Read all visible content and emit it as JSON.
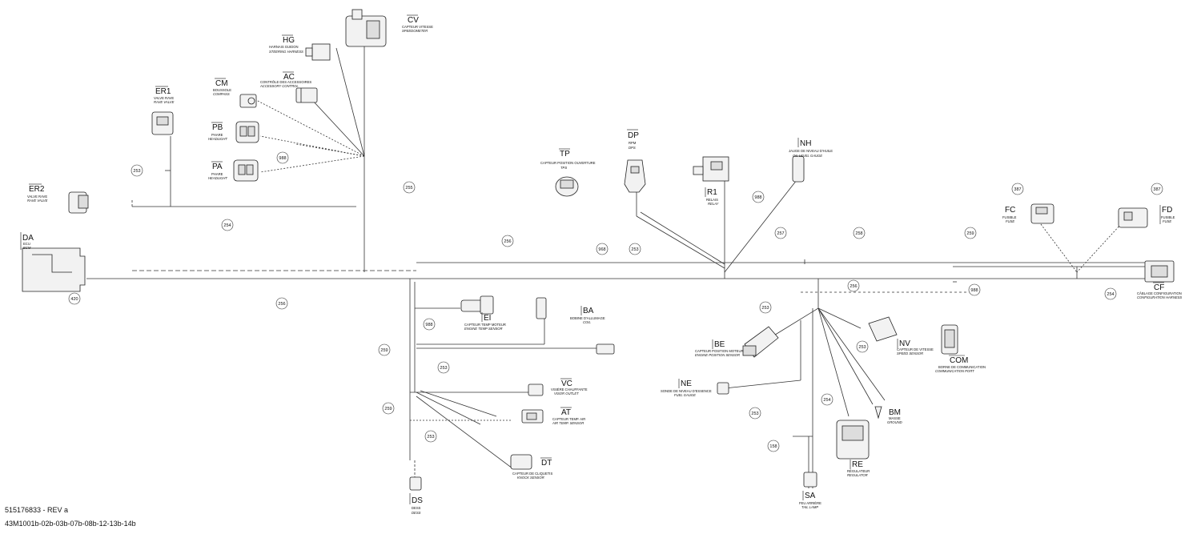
{
  "footer": {
    "doc_number": "515176833 - REV a",
    "models": "43M1001b-02b-03b-07b-08b-12-13b-14b"
  },
  "connectors": {
    "CV": {
      "code": "CV",
      "fr": "CAPTEUR VITESSE",
      "en": "SPEEDOMETER"
    },
    "HG": {
      "code": "HG",
      "fr": "HARNAIS GUIDON",
      "en": "STEERING HARNESS"
    },
    "AC": {
      "code": "AC",
      "fr": "CONTRÔLE DES ACCESSOIRES",
      "en": "ACCESSORY CONTROL"
    },
    "CM": {
      "code": "CM",
      "fr": "BOUSSOLE",
      "en": "COMPASS"
    },
    "PB": {
      "code": "PB",
      "fr": "PHARE",
      "en": "HEADLIGHT"
    },
    "PA": {
      "code": "PA",
      "fr": "PHARE",
      "en": "HEADLIGHT"
    },
    "ER1": {
      "code": "ER1",
      "fr": "VALVE RAVE",
      "en": "RAVE VALVE"
    },
    "ER2": {
      "code": "ER2",
      "fr": "VALVE RAVE",
      "en": "RAVE VALVE"
    },
    "DA": {
      "code": "DA",
      "fr": "ECU",
      "en": "ECM"
    },
    "TP": {
      "code": "TP",
      "fr": "CAPTEUR POSITION OUVERTURE",
      "en": "TPS"
    },
    "DP": {
      "code": "DP",
      "fr": "RPM",
      "en": "DPS"
    },
    "NH": {
      "code": "NH",
      "fr": "JAUGE DE NIVEAU D'HUILE",
      "en": "OIL LEVEL GAUGE"
    },
    "R1": {
      "code": "R1",
      "fr": "RELAIS",
      "en": "RELAY"
    },
    "FC": {
      "code": "FC",
      "fr": "FUSIBLE",
      "en": "FUSE"
    },
    "FD": {
      "code": "FD",
      "fr": "FUSIBLE",
      "en": "FUSE"
    },
    "CF": {
      "code": "CF",
      "fr": "CÂBLAGE CONFIGURATION",
      "en": "CONFIGURATION HARNESS"
    },
    "EI": {
      "code": "EI",
      "fr": "CAPTEUR TEMP MOTEUR",
      "en": "ENGINE TEMP SENSOR"
    },
    "BA": {
      "code": "BA",
      "fr": "BOBINE D'ALLUMAGE",
      "en": "COIL"
    },
    "VC": {
      "code": "VC",
      "fr": "VISIÈRE CHAUFFANTE",
      "en": "VISOR OUTLET"
    },
    "AT": {
      "code": "AT",
      "fr": "CAPTEUR TEMP. AIR",
      "en": "AIR TEMP. SENSOR"
    },
    "DT": {
      "code": "DT",
      "fr": "CAPTEUR DE CLIQUETIS",
      "en": "KNOCK SENSOR"
    },
    "DS": {
      "code": "DS",
      "fr": "DESS",
      "en": "DESS"
    },
    "BE": {
      "code": "BE",
      "fr": "CAPTEUR POSITION MOTEUR",
      "en": "ENGINE POSITION SENSOR"
    },
    "NV": {
      "code": "NV",
      "fr": "CAPTEUR DE VITESSE",
      "en": "SPEED SENSOR"
    },
    "COM": {
      "code": "COM",
      "fr": "BORNE DE COMMUNICATION",
      "en": "COMMUNICATION PORT"
    },
    "NE": {
      "code": "NE",
      "fr": "SONDE DE NIVEAU D'ESSENCE",
      "en": "FUEL GAUGE"
    },
    "BM": {
      "code": "BM",
      "fr": "MASSE",
      "en": "GROUND"
    },
    "RE": {
      "code": "RE",
      "fr": "RÉGULATEUR",
      "en": "REGULATOR"
    },
    "SA": {
      "code": "SA",
      "fr": "FEU ARRIÈRE",
      "en": "TAIL LAMP"
    }
  },
  "bubbles": [
    "253",
    "254",
    "255",
    "256",
    "257",
    "258",
    "259",
    "387",
    "420",
    "968",
    "988",
    "158"
  ]
}
